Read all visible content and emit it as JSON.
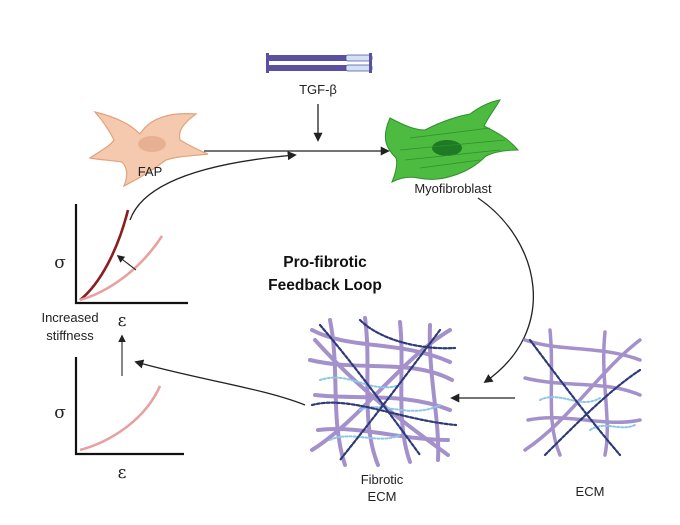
{
  "labels": {
    "tgf": "TGF-β",
    "fap": "FAP",
    "myofibroblast": "Myofibroblast",
    "title_line1": "Pro-fibrotic",
    "title_line2": "Feedback Loop",
    "increased_line1": "Increased",
    "increased_line2": "stiffness",
    "fibrotic_line1": "Fibrotic",
    "fibrotic_line2": "ECM",
    "ecm": "ECM",
    "sigma_top": "σ",
    "epsilon_top": "ε",
    "sigma_bottom": "σ",
    "epsilon_bottom": "ε"
  },
  "colors": {
    "fap_fill": "#f4c9ad",
    "fap_stroke": "#e3a27c",
    "myo_fill": "#4cbb3f",
    "myo_nucleus": "#1e7a24",
    "stiff_curve": "#8b1e1e",
    "soft_curve": "#e8a0a0",
    "fiber_purple": "#9b86c6",
    "fiber_dark": "#2c3a78",
    "fiber_blue": "#8cc7e8",
    "tgf_purple": "#5a4fa0",
    "tgf_light": "#cfe3f5"
  },
  "icons": [
    "tgf-beta-icon",
    "fap-cell-icon",
    "myofibroblast-cell-icon",
    "fibrotic-ecm-icon",
    "ecm-icon"
  ]
}
